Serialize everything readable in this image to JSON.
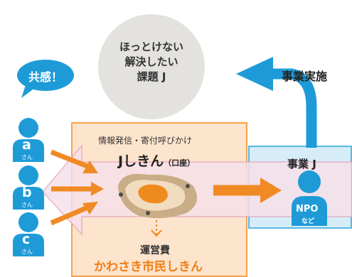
{
  "issue": {
    "lines": [
      "ほっとけない",
      "解決したい",
      "課題 J"
    ]
  },
  "kyokan": "共感！",
  "jigyou_jisshi": "事業実施",
  "info_banner": "情報発信・寄付呼びかけ",
  "j_fund": {
    "main": "Jしきん",
    "sub": "（口座）"
  },
  "npo": {
    "project": "事業 J",
    "name": "NPO",
    "suffix": "など"
  },
  "people": [
    {
      "letter": "a",
      "san": "さん"
    },
    {
      "letter": "b",
      "san": "さん"
    },
    {
      "letter": "c",
      "san": "さん"
    }
  ],
  "operating_cost": "運営費",
  "fund_name": "かわさき市民しきん",
  "colors": {
    "blue": "#1e9bd7",
    "orange": "#f08a24",
    "orange_text": "#f07d14",
    "peach": "#fde4cc",
    "pink": "#f6e1ea",
    "light_blue": "#d6ecf8",
    "gray": "#e4e2df"
  }
}
